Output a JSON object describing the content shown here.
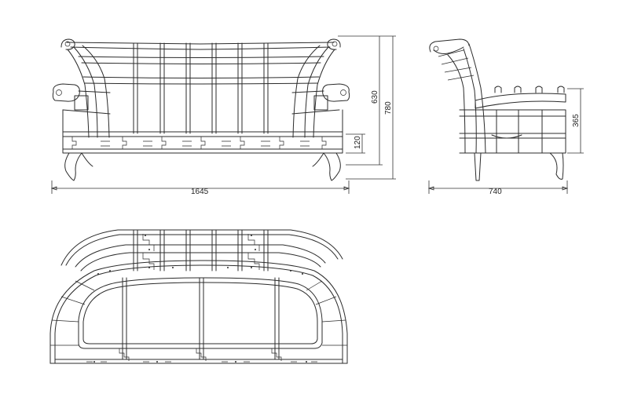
{
  "dimensions": {
    "front_width": "1645",
    "front_seat_height": "120",
    "front_arm_height": "630",
    "front_total_height": "780",
    "side_depth": "740",
    "side_seat_height": "365"
  }
}
